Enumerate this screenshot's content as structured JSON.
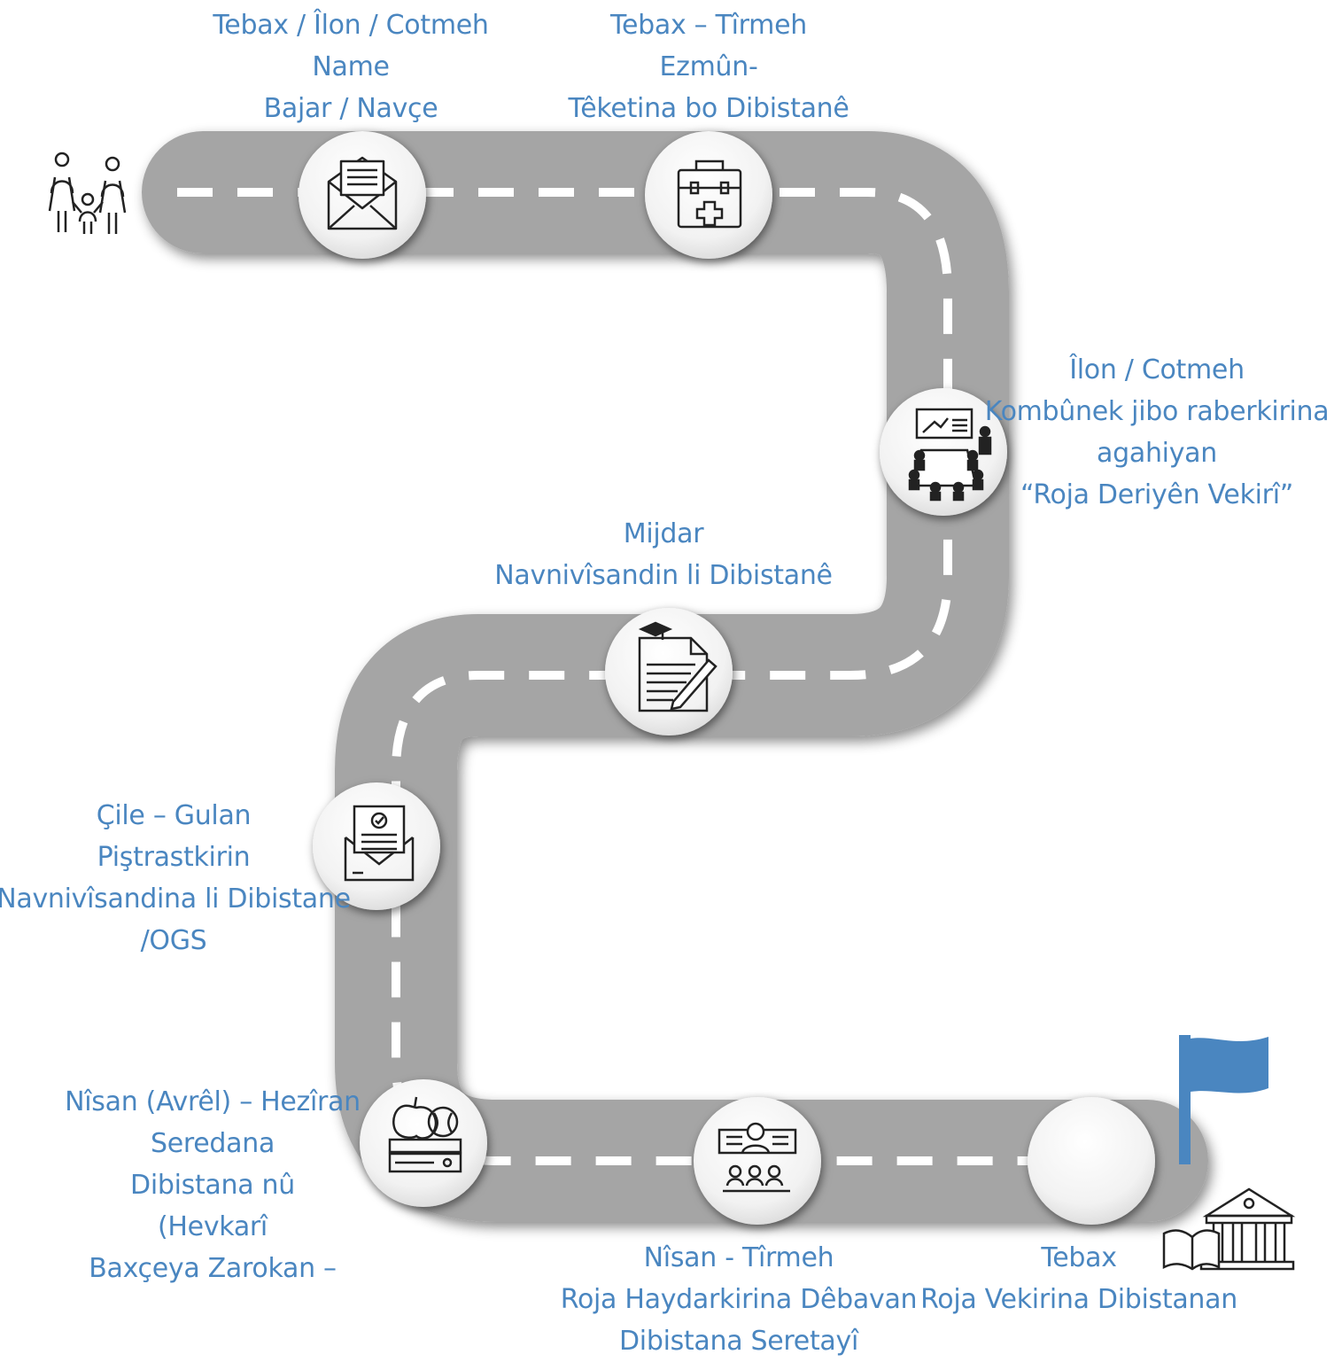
{
  "roadmap": {
    "milestones": [
      {
        "id": "m1",
        "lines": [
          "Tebax / Îlon / Cotmeh",
          "Name",
          "Bajar / Navçe"
        ],
        "icon": "envelope-letter-icon"
      },
      {
        "id": "m2",
        "lines": [
          "Tebax – Tîrmeh",
          "Ezmûn-",
          "Têketina bo Dibistanê"
        ],
        "icon": "medical-kit-icon"
      },
      {
        "id": "m3",
        "lines": [
          "Îlon / Cotmeh",
          "Kombûnek jibo raberkirina",
          "agahiyan",
          "“Roja Deriyên Vekirî”"
        ],
        "icon": "meeting-presentation-icon"
      },
      {
        "id": "m4",
        "lines": [
          "Mijdar",
          "Navnivîsandin li Dibistanê"
        ],
        "icon": "registration-document-icon"
      },
      {
        "id": "m5",
        "lines": [
          "Çile – Gulan",
          "Piştrastkirin",
          "Navnivîsandina li Dibistane",
          "/OGS"
        ],
        "icon": "approved-mail-icon"
      },
      {
        "id": "m6",
        "lines": [
          "Nîsan (Avrêl) – Hezîran",
          "Seredana",
          "Dibistana nû",
          "(Hevkarî",
          "Baxçeya Zarokan –"
        ],
        "icon": "school-supplies-icon"
      },
      {
        "id": "m7",
        "lines": [
          "Nîsan - Tîrmeh",
          "Roja Haydarkirina Dêbavan",
          "Dibistana Seretayî"
        ],
        "icon": "classroom-teacher-icon"
      },
      {
        "id": "m8",
        "lines": [
          "Tebax",
          "Roja Vekirina Dibistanan"
        ],
        "icon": ""
      }
    ],
    "start_icon": "family-icon",
    "end_icon": "school-building-icon",
    "finish_flag": "finish-flag-icon"
  },
  "colors": {
    "road": "#a5a5a5",
    "dash": "#ffffff",
    "text": "#4a86c0",
    "flag": "#4a86c0",
    "icon": "#222222"
  }
}
